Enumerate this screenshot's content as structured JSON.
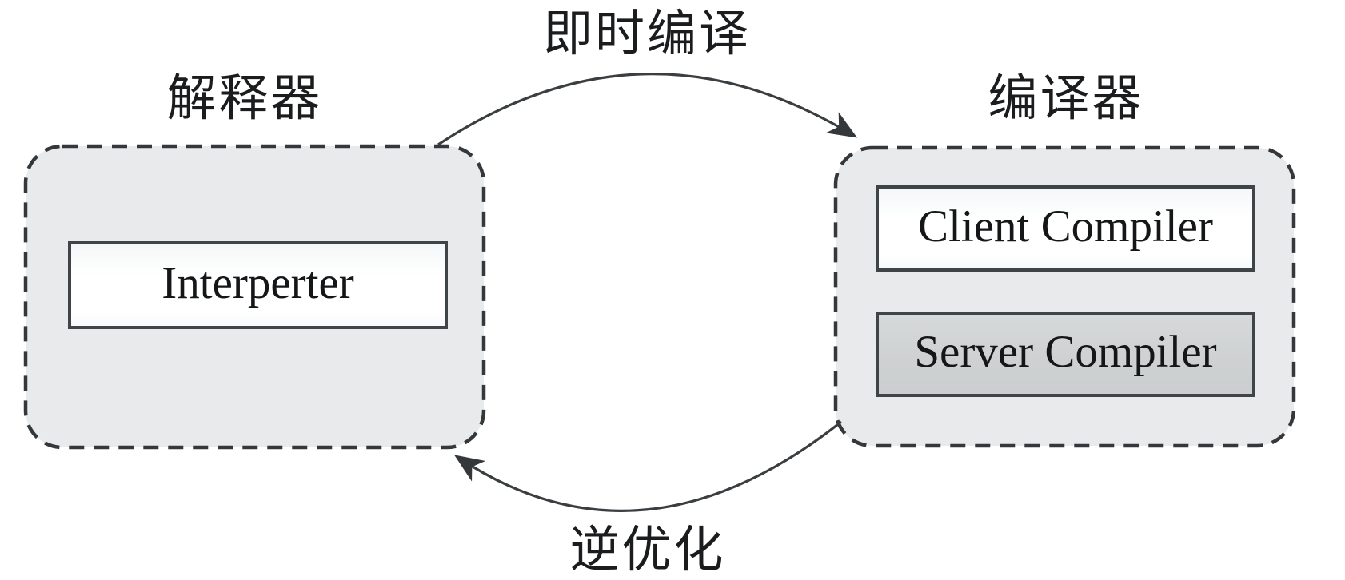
{
  "diagram": {
    "title_implied": "HotSpot JIT interaction diagram",
    "nodes": {
      "interpreter_group": {
        "title": "解释器",
        "box_label": "Interperter"
      },
      "compiler_group": {
        "title": "编译器",
        "client_label": "Client Compiler",
        "server_label": "Server Compiler"
      }
    },
    "edges": {
      "jit": {
        "label": "即时编译",
        "from": "interpreter_group",
        "to": "compiler_group"
      },
      "deopt": {
        "label": "逆优化",
        "from": "compiler_group",
        "to": "interpreter_group"
      }
    },
    "colors": {
      "background": "#ffffff",
      "panel_fill": "#e8eaeb",
      "panel_border": "#34383b",
      "inner_box_border": "#3f4447",
      "white_box_fill": "#ffffff",
      "server_box_fill": "#ced1d2",
      "arrow_line": "#3a3e41",
      "text": "#17191b"
    }
  }
}
